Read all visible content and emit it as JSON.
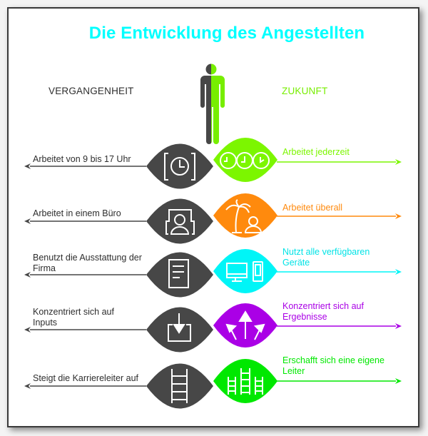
{
  "title": "Die Entwicklung des Angestellten",
  "colors": {
    "title": "#00ffff",
    "past": "#474747",
    "future_header": "#77ee00"
  },
  "headers": {
    "past": "VERGANGENHEIT",
    "future": "ZUKUNFT"
  },
  "person_icon": "half-grey-half-green-person-icon",
  "rows": [
    {
      "past_text": [
        "Arbeitet von 9 bis 17 Uhr"
      ],
      "past_icon": "clock-in-brackets-icon",
      "future_text": [
        "Arbeitet jederzeit"
      ],
      "future_icon": "three-clocks-icon",
      "future_color": "#7cf600"
    },
    {
      "past_text": [
        "Arbeitet in einem Büro"
      ],
      "past_icon": "person-in-office-icon",
      "future_text": [
        "Arbeitet überall"
      ],
      "future_icon": "palm-tree-person-icon",
      "future_color": "#ff8a0d"
    },
    {
      "past_text": [
        "Benutzt die Ausstattung der",
        "Firma"
      ],
      "past_icon": "document-icon",
      "future_text": [
        "Nutzt alle verfügbaren",
        "Geräte"
      ],
      "future_icon": "monitor-and-phone-icon",
      "future_color": "#00f5f7"
    },
    {
      "past_text": [
        "Konzentriert sich auf",
        "Inputs"
      ],
      "past_icon": "inbox-arrow-down-icon",
      "future_text": [
        "Konzentriert sich auf",
        "Ergebnisse"
      ],
      "future_icon": "three-arrows-out-icon",
      "future_color": "#aa00e6"
    },
    {
      "past_text": [
        "Steigt die Karriereleiter auf"
      ],
      "past_icon": "ladder-icon",
      "future_text": [
        "Erschafft sich eine eigene",
        "Leiter"
      ],
      "future_icon": "three-ladders-icon",
      "future_color": "#00e800"
    }
  ]
}
